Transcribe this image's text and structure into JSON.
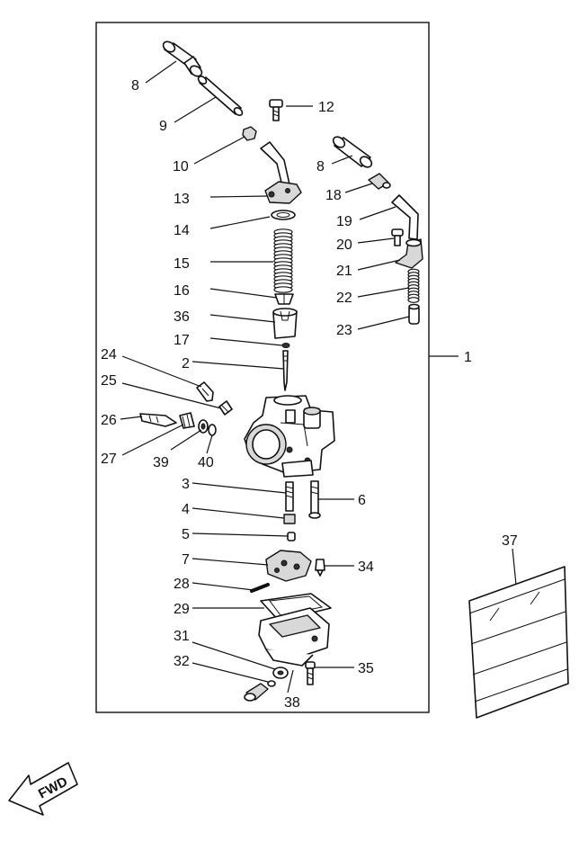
{
  "diagram": {
    "callouts": {
      "c8a": "8",
      "c9": "9",
      "c10": "10",
      "c12": "12",
      "c8b": "8",
      "c13": "13",
      "c18": "18",
      "c14": "14",
      "c19": "19",
      "c20": "20",
      "c15": "15",
      "c21": "21",
      "c16": "16",
      "c22": "22",
      "c36": "36",
      "c23": "23",
      "c17": "17",
      "c1": "1",
      "c2": "2",
      "c24": "24",
      "c25": "25",
      "c26": "26",
      "c27": "27",
      "c39": "39",
      "c40": "40",
      "c3": "3",
      "c6": "6",
      "c4": "4",
      "c5": "5",
      "c7": "7",
      "c34": "34",
      "c28": "28",
      "c37": "37",
      "c29": "29",
      "c31": "31",
      "c35": "35",
      "c32": "32",
      "c38": "38"
    },
    "fwd_label": "FWD"
  }
}
